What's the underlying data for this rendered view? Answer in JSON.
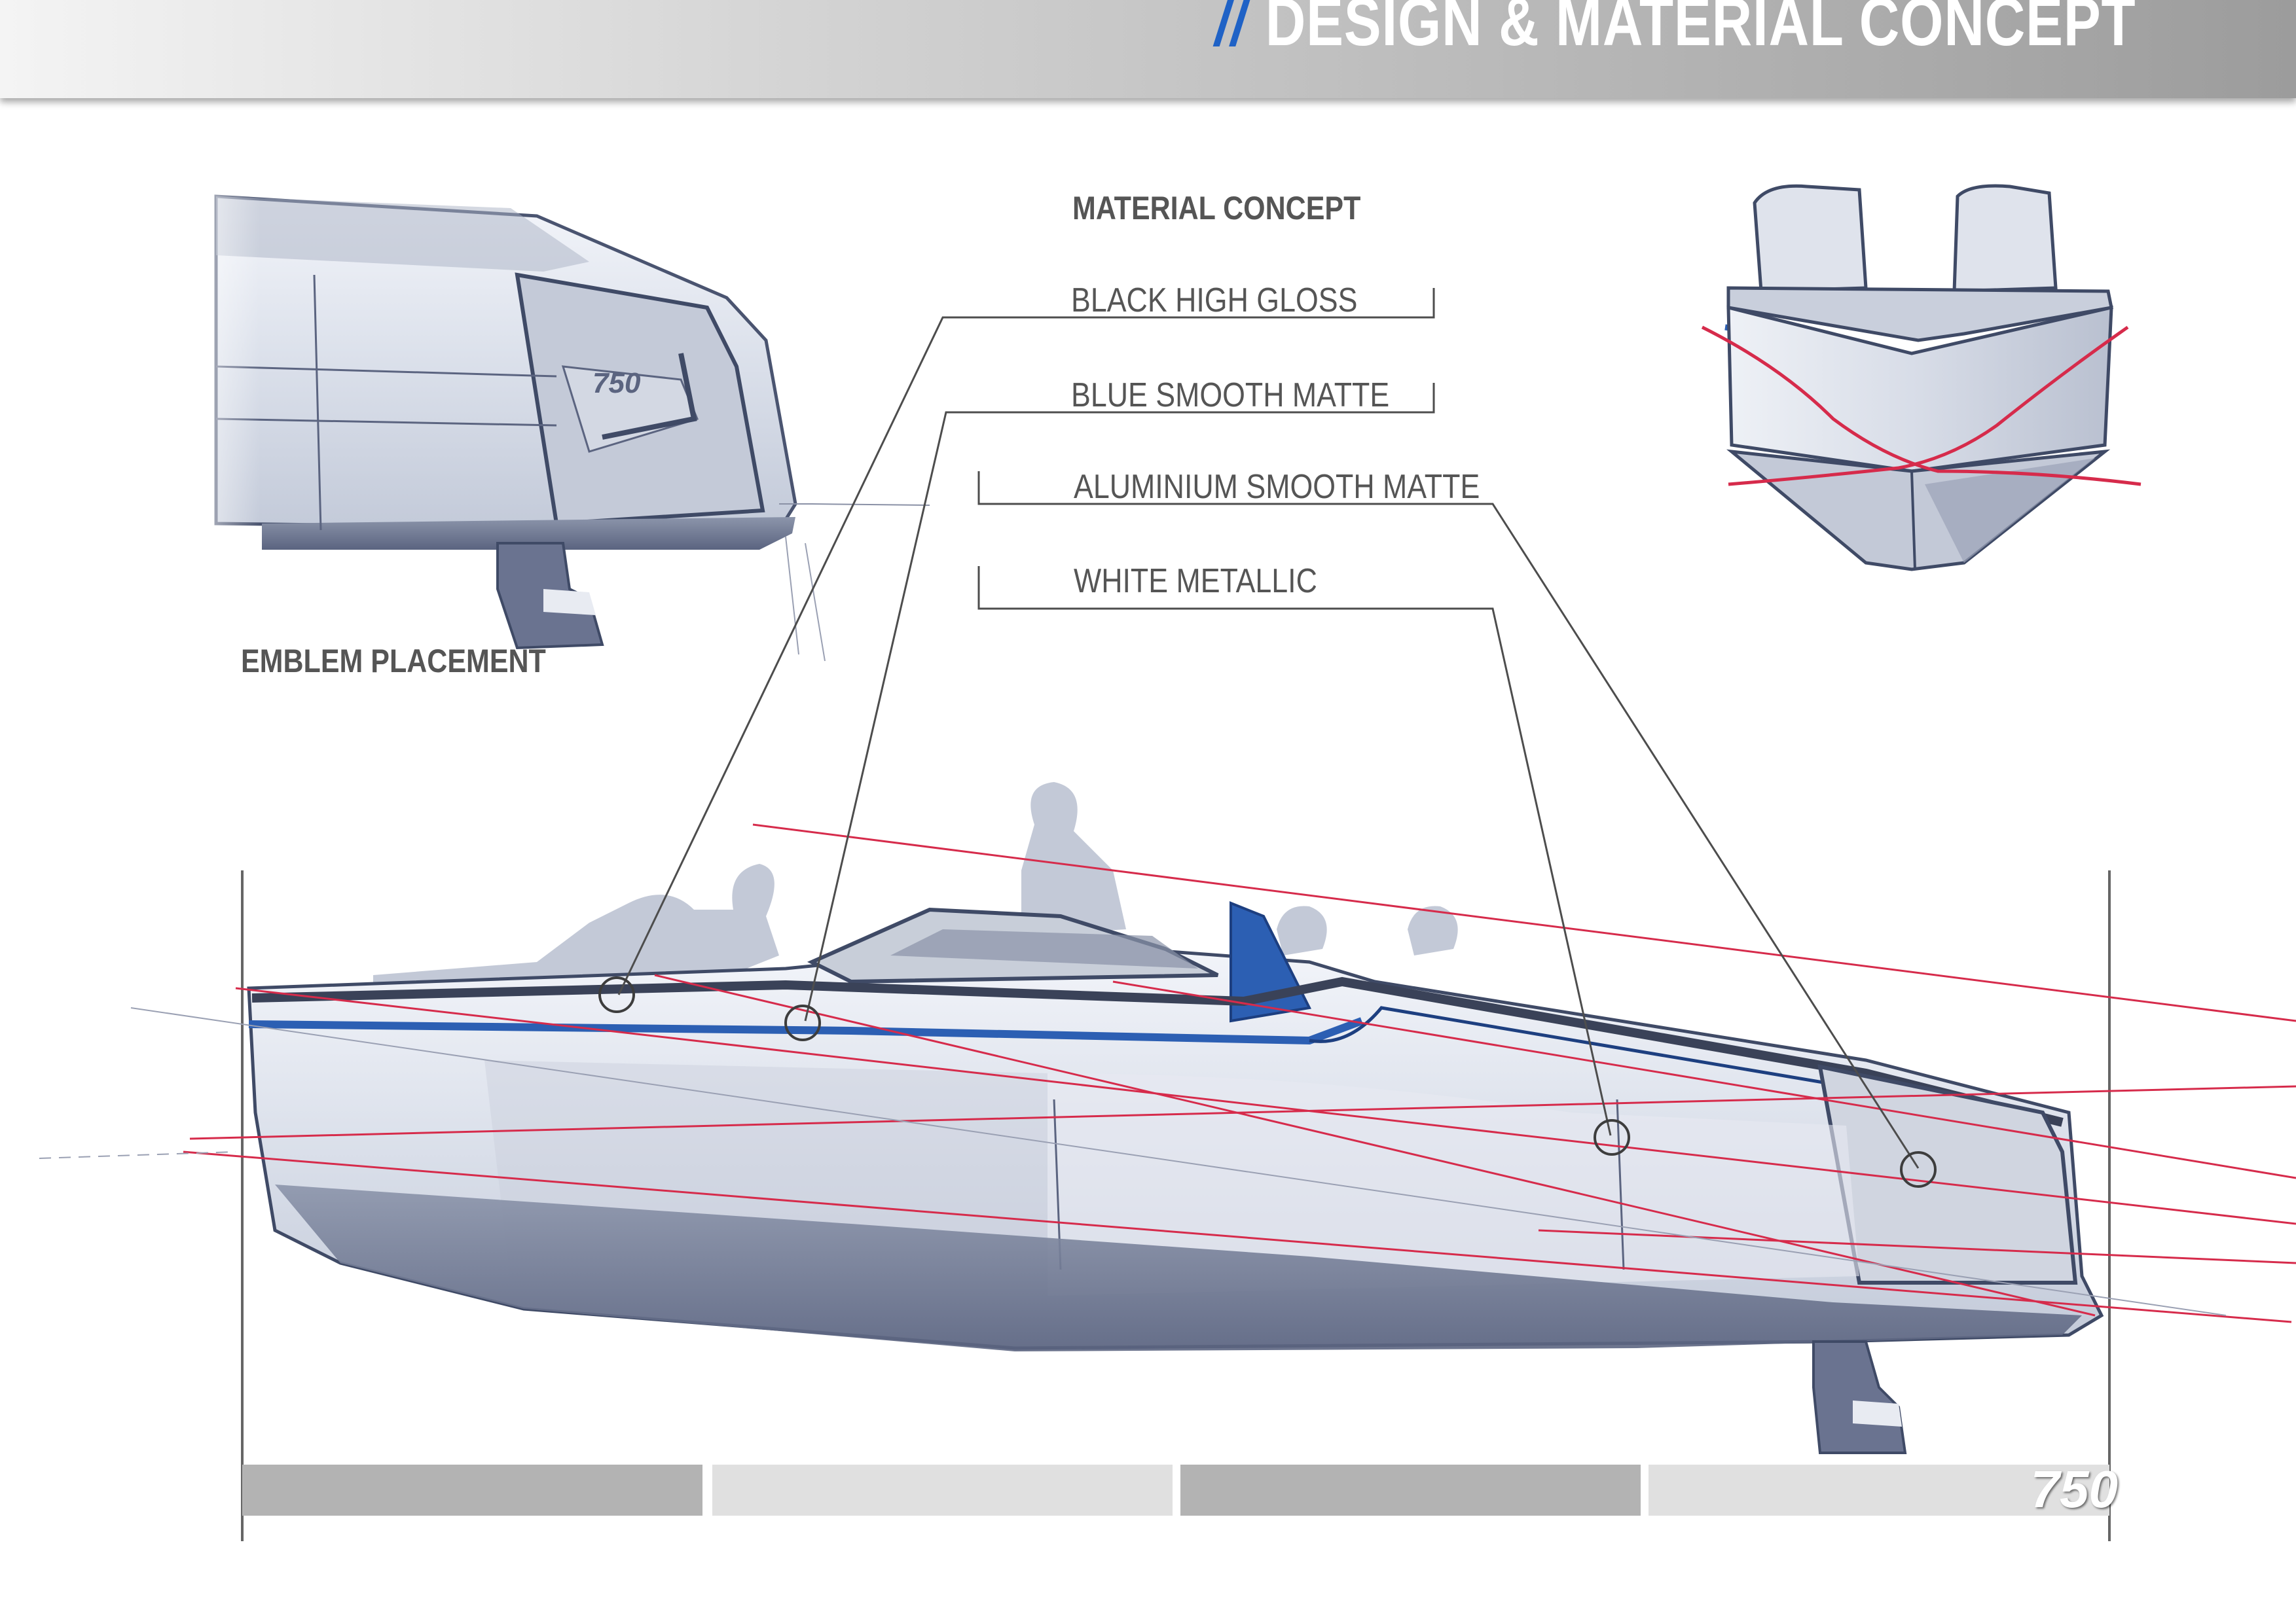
{
  "header": {
    "slashes": "//",
    "title": "DESIGN & MATERIAL CONCEPT"
  },
  "sections": {
    "emblem_placement": "EMBLEM PLACEMENT",
    "material_concept": "MATERIAL CONCEPT"
  },
  "materials": [
    {
      "label": "BLACK HIGH GLOSS"
    },
    {
      "label": "BLUE SMOOTH MATTE"
    },
    {
      "label": "ALUMINIUM SMOOTH MATTE"
    },
    {
      "label": "WHITE METALLIC"
    }
  ],
  "model": {
    "number": "750"
  },
  "colors": {
    "accent_blue": "#1f62c6",
    "construction_red": "#d62b4b",
    "sketch_ink": "#3f4a66"
  },
  "icons": {
    "header": "header-title-bar",
    "bow": "bow-front-view-sketch",
    "stern": "stern-emblem-sketch",
    "boat": "boat-side-profile-sketch"
  }
}
